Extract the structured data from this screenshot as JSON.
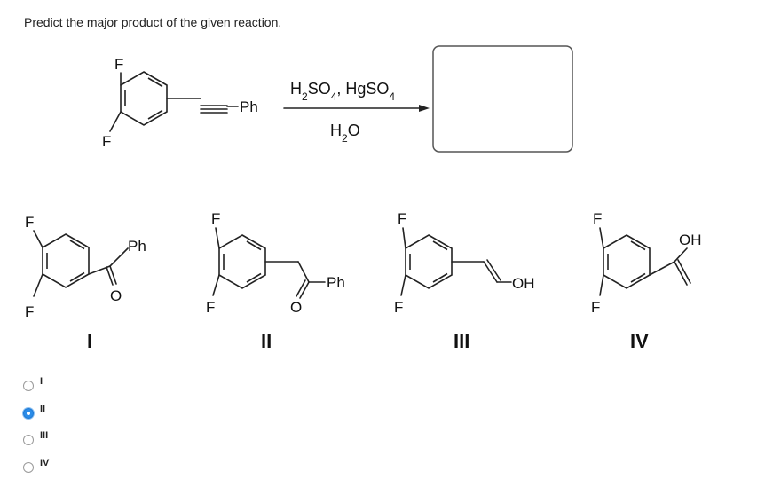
{
  "question": {
    "text": "Predict the major product of the given reaction."
  },
  "reactant": {
    "atom_f_top": "F",
    "atom_f_bottom": "F",
    "substituent": "Ph"
  },
  "reagents": {
    "acid_line_html": "H<tspan baseline-shift=\"sub\" font-size=\"12\">2</tspan>SO<tspan baseline-shift=\"sub\" font-size=\"12\">4</tspan>, HgSO<tspan baseline-shift=\"sub\" font-size=\"12\">4</tspan>",
    "acid_line": "H2SO4, HgSO4",
    "solvent_line": "H2O"
  },
  "products": [
    {
      "roman": "I",
      "f_top": "F",
      "f_bottom": "F",
      "ph": "Ph",
      "o": "O"
    },
    {
      "roman": "II",
      "f_top": "F",
      "f_bottom": "F",
      "ph": "Ph",
      "o": "O"
    },
    {
      "roman": "III",
      "f_top": "F",
      "f_bottom": "F",
      "oh": "OH"
    },
    {
      "roman": "IV",
      "f_top": "F",
      "f_bottom": "F",
      "oh": "OH"
    }
  ],
  "options": [
    {
      "label": "I",
      "selected": false
    },
    {
      "label": "II",
      "selected": true
    },
    {
      "label": "III",
      "selected": false
    },
    {
      "label": "IV",
      "selected": false
    }
  ],
  "colors": {
    "radio_selected": "#2b8ce8",
    "radio_border": "#9a9a9a",
    "answer_box_border": "#555555"
  },
  "icons": {
    "reaction_arrow": "arrow-right-icon",
    "radio": "radio-button-icon"
  }
}
